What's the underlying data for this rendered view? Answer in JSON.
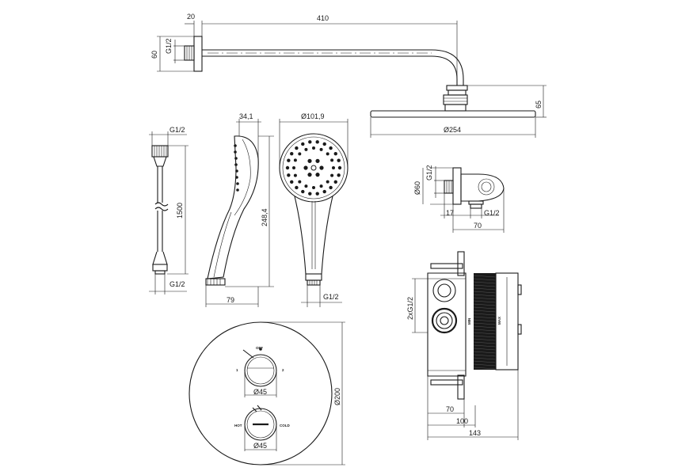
{
  "shower_arm": {
    "dim_length": "410",
    "dim_wall_gap": "20",
    "dim_thread": "G1/2",
    "dim_flange": "60"
  },
  "head_shower": {
    "dim_height": "65",
    "dim_diameter": "Ø254"
  },
  "hose": {
    "dim_top_thread": "G1/2",
    "dim_length": "1500",
    "dim_bottom_thread": "G1/2"
  },
  "hand_shower": {
    "dim_thickness": "34,1",
    "dim_length": "248,4",
    "dim_depth": "79",
    "dim_face_diameter": "Ø101,9",
    "dim_thread": "G1/2"
  },
  "wall_outlet": {
    "dim_thread": "G1/2",
    "dim_flange": "Ø60",
    "dim_depth": "17",
    "dim_outlet_thread": "G1/2",
    "dim_width": "70"
  },
  "trim_plate": {
    "dim_plate_diameter": "Ø200",
    "knob_top_diameter": "Ø45",
    "knob_bottom_diameter": "Ø45",
    "label_off": "OFF",
    "label_1": "1",
    "label_2": "2",
    "label_hot": "HOT",
    "label_cold": "COLD"
  },
  "valve_body": {
    "dim_inlets": "2xG1/2",
    "label_min": "MIN",
    "label_max": "MAX",
    "dim_70": "70",
    "dim_100": "100",
    "dim_143": "143"
  }
}
